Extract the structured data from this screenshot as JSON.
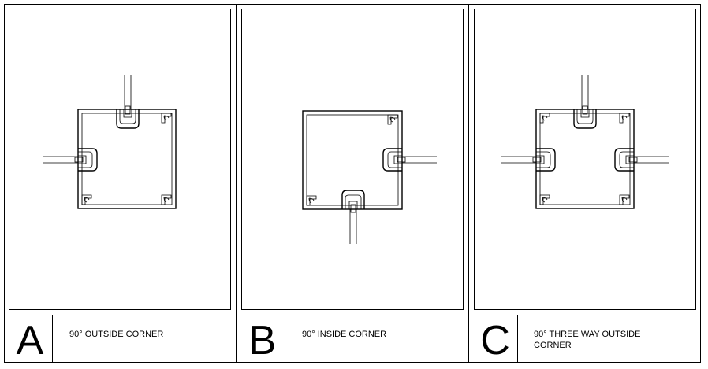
{
  "panels": [
    {
      "letter": "A",
      "caption_lines": [
        "90° OUTSIDE CORNER"
      ]
    },
    {
      "letter": "B",
      "caption_lines": [
        "90° INSIDE CORNER"
      ]
    },
    {
      "letter": "C",
      "caption_lines": [
        "90° THREE WAY OUTSIDE",
        "CORNER"
      ]
    }
  ]
}
